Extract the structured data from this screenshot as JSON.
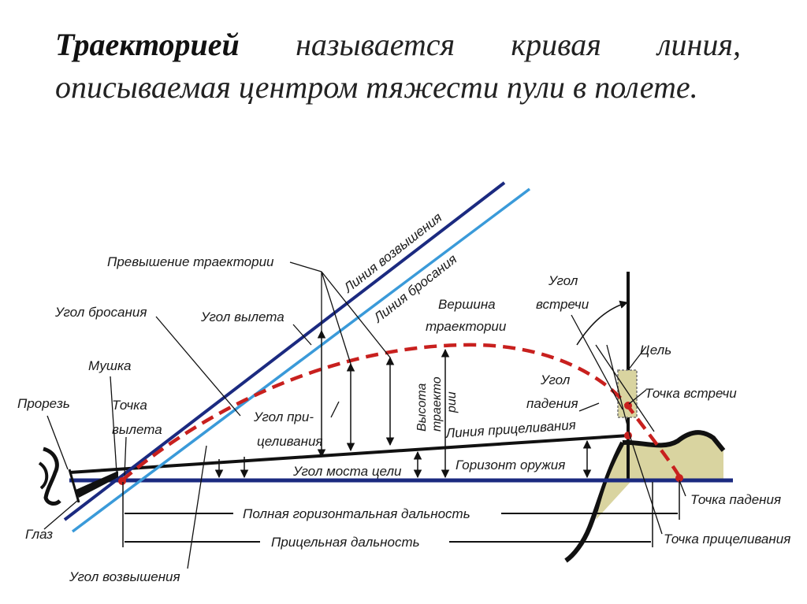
{
  "heading": {
    "term": "Траекторией",
    "text": " называется кривая линия, описываемая центром тяжести пули в полете."
  },
  "labels": {
    "line_elevation": "Линия возвышения",
    "line_departure": "Линия бросания",
    "exceed_trajectory": "Превышение траектории",
    "throw_angle": "Угол бросания",
    "departure_angle": "Угол вылета",
    "front_sight": "Мушка",
    "rear_sight": "Прорезь",
    "departure_point_1": "Точка",
    "departure_point_2": "вылета",
    "eye": "Глаз",
    "elevation_angle": "Угол возвышения",
    "aim_angle_1": "Угол при-",
    "aim_angle_2": "целивания",
    "summit_1": "Вершина",
    "summit_2": "траектории",
    "height_1": "Высота",
    "height_2": "траекто",
    "height_3": "рии",
    "aim_line": "Линия прицеливания",
    "weapon_horizon": "Горизонт оружия",
    "target_bridge_angle": "Угол моста цели",
    "full_range": "Полная горизонтальная дальность",
    "aim_range": "Прицельная дальность",
    "meeting_angle_1": "Угол",
    "meeting_angle_2": "встречи",
    "target": "Цель",
    "meeting_point": "Точка встречи",
    "fall_angle_1": "Угол",
    "fall_angle_2": "падения",
    "fall_point": "Точка падения",
    "aim_point": "Точка прицеливания"
  },
  "colors": {
    "elevation_line": "#1b2a80",
    "departure_line": "#3a9ad9",
    "trajectory": "#c8201e",
    "ground": "#d9d4a0"
  }
}
